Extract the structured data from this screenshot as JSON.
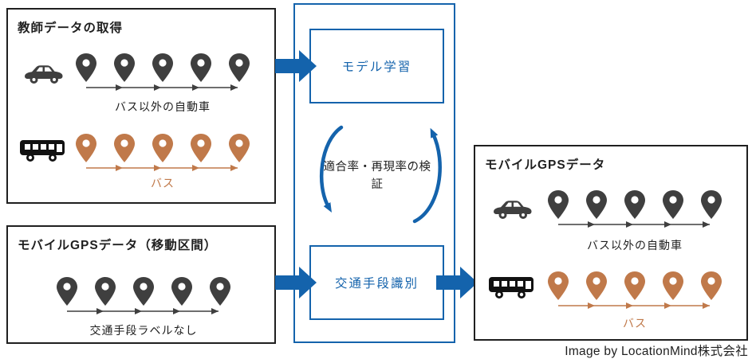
{
  "teacher_box": {
    "title": "教師データの取得",
    "car_row_label": "バス以外の自動車",
    "bus_row_label": "バス"
  },
  "unlabeled_box": {
    "title": "モバイルGPSデータ（移動区間）",
    "row_label": "交通手段ラベルなし"
  },
  "pipeline": {
    "model_step": "モデル学習",
    "validation_label": "適合率・再現率の検証",
    "identify_step": "交通手段識別"
  },
  "result_box": {
    "title": "モバイルGPSデータ",
    "car_row_label": "バス以外の自動車",
    "bus_row_label": "バス"
  },
  "caption": "Image by LocationMind株式会社",
  "icons": [
    "car-icon",
    "bus-icon",
    "map-pin-icon",
    "block-arrow-right-icon",
    "cycle-arrows-icon"
  ],
  "colors": {
    "accent_blue": "#1463AC",
    "pin_dark": "#3F3F3F",
    "bus_orange": "#C0794A",
    "border_black": "#1F1F1F"
  }
}
